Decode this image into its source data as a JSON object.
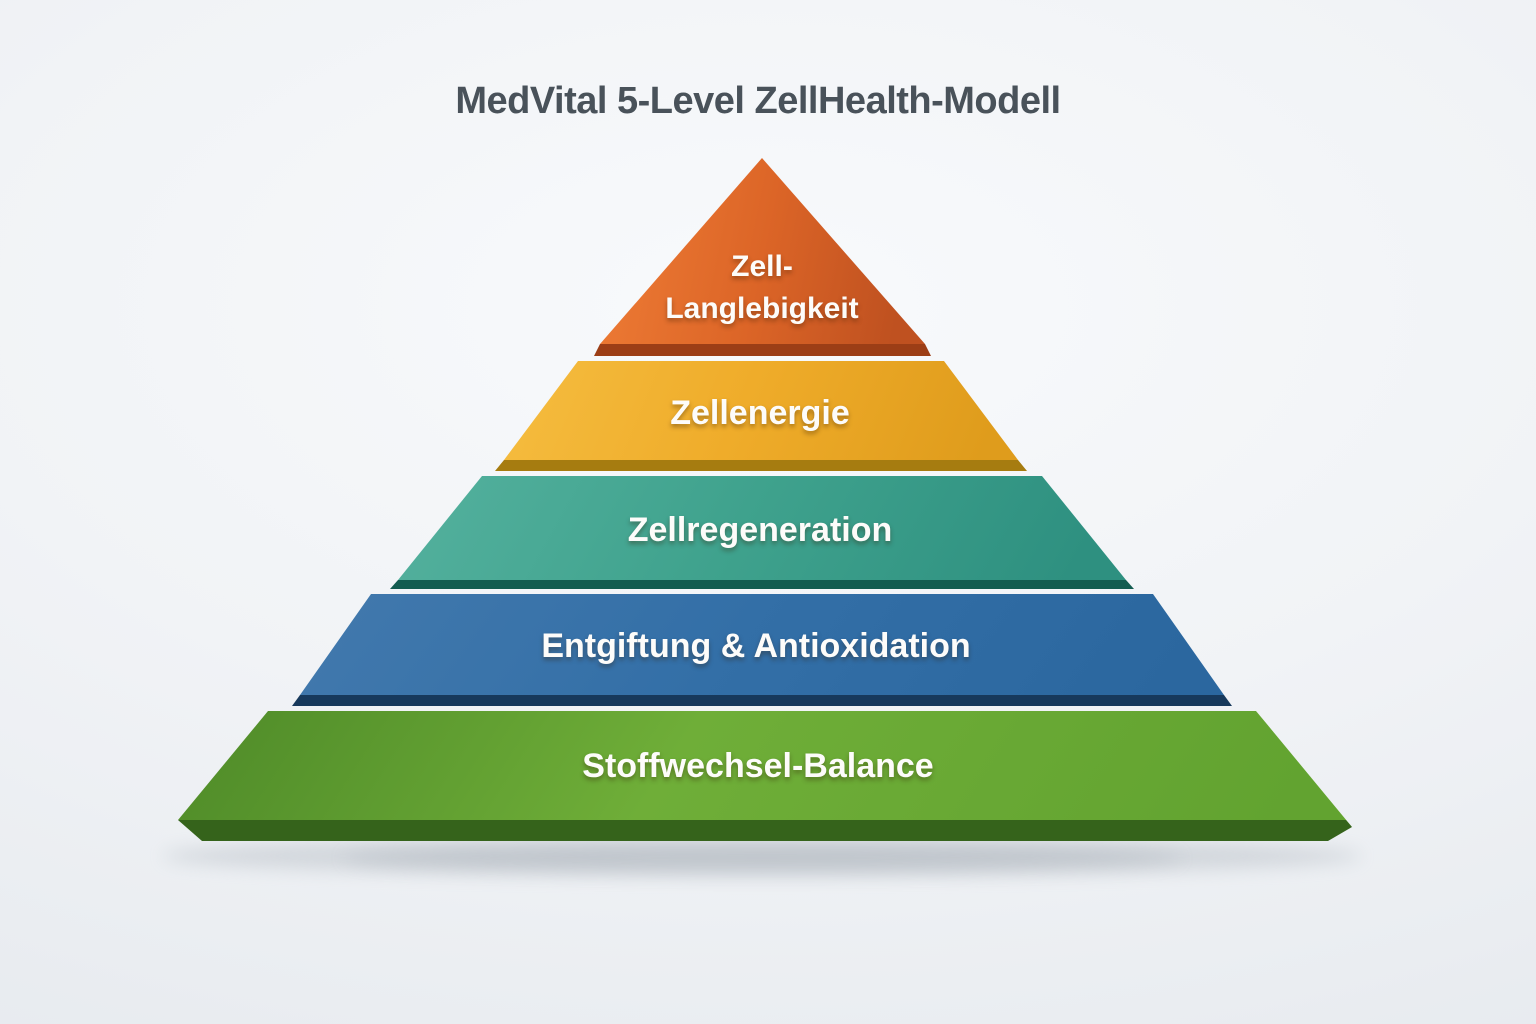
{
  "title": "MedVital 5-Level ZellHealth-Modell",
  "title_color": "#49525a",
  "text_color": "#fdfcfa",
  "background": {
    "center": "#f8fafc",
    "edge": "#e4e8ed"
  },
  "model": {
    "type": "pyramid",
    "level_count": 5,
    "order": "top-to-bottom"
  },
  "levels": [
    {
      "rank": 1,
      "label": "Zell-Langlebigkeit",
      "lines": [
        "Zell-",
        "Langlebigkeit"
      ],
      "stops": [
        "#ef7d36",
        "#dc6527",
        "#bf5120"
      ],
      "bevel": "#9c3e16"
    },
    {
      "rank": 2,
      "label": "Zellenergie",
      "stops": [
        "#f5bd40",
        "#efac2a",
        "#df9c1c"
      ],
      "bevel": "#a67c10"
    },
    {
      "rank": 3,
      "label": "Zellregeneration",
      "stops": [
        "#54b19e",
        "#3fa28d",
        "#2e9080"
      ],
      "bevel": "#135c50"
    },
    {
      "rank": 4,
      "label": "Entgiftung & Antioxidation",
      "stops": [
        "#4279ad",
        "#336fa7",
        "#2b679f"
      ],
      "bevel": "#17395c"
    },
    {
      "rank": 5,
      "label": "Stoffwechsel-Balance",
      "stops": [
        "#4e8a28",
        "#6fae38",
        "#62a330"
      ],
      "bevel": "#35631b",
      "side_highlight": "#8cc157"
    }
  ]
}
